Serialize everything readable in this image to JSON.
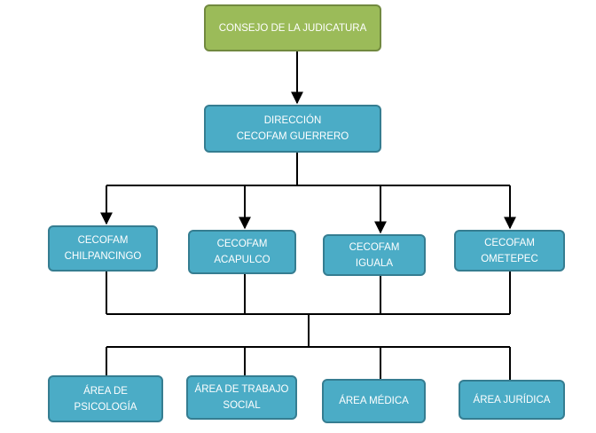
{
  "root": {
    "lines": [
      "CONSEJO DE LA JUDICATURA"
    ]
  },
  "direction": {
    "lines": [
      "DIRECCIÓN",
      "CECOFAM GUERRERO"
    ]
  },
  "offices": [
    {
      "lines": [
        "CECOFAM",
        "CHILPANCINGO"
      ]
    },
    {
      "lines": [
        "CECOFAM",
        "ACAPULCO"
      ]
    },
    {
      "lines": [
        "CECOFAM",
        "IGUALA"
      ]
    },
    {
      "lines": [
        "CECOFAM",
        "OMETEPEC"
      ]
    }
  ],
  "areas": [
    {
      "lines": [
        "ÁREA DE",
        "PSICOLOGÍA"
      ]
    },
    {
      "lines": [
        "ÁREA DE TRABAJO",
        "SOCIAL"
      ]
    },
    {
      "lines": [
        "ÁREA MÉDICA"
      ]
    },
    {
      "lines": [
        "ÁREA JURÍDICA"
      ]
    }
  ],
  "colors": {
    "root_fill": "#9bbb59",
    "root_border": "#71893f",
    "box_fill": "#4bacc6",
    "box_border": "#357d91",
    "connector": "#000000"
  }
}
